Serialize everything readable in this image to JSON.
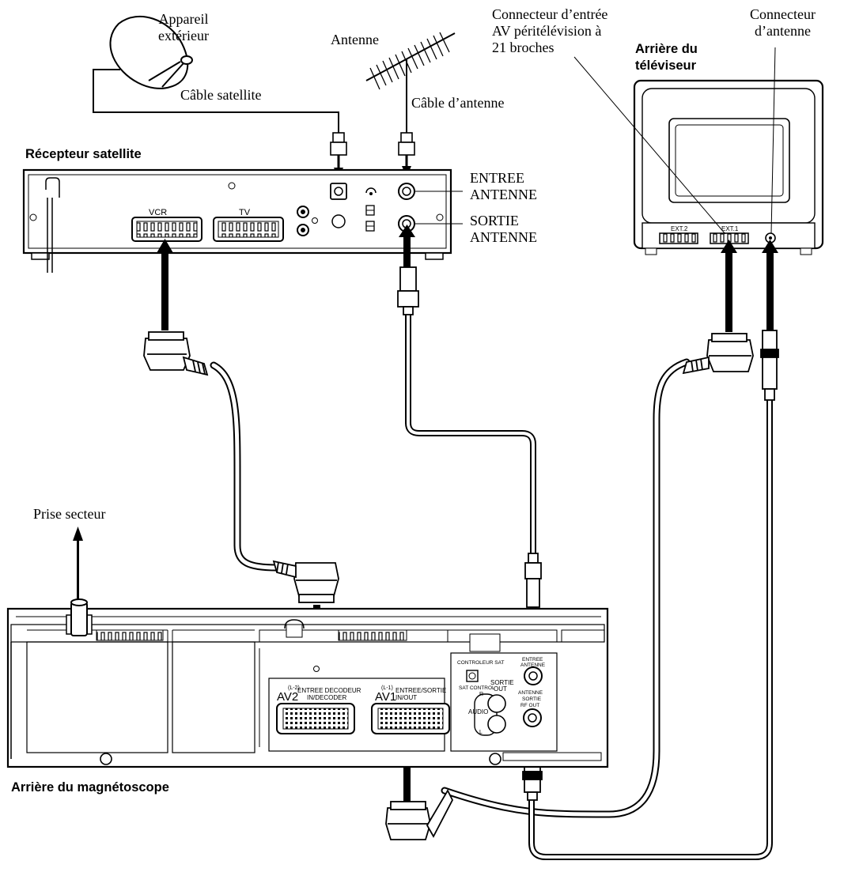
{
  "labels": {
    "outdoor_unit": [
      "Appareil",
      "extérieur"
    ],
    "satellite_cable": "Câble satellite",
    "antenna": "Antenne",
    "antenna_cable": "Câble d’antenne",
    "scart_input": [
      "Connecteur d’entrée",
      "AV péritélévision à",
      "21 broches"
    ],
    "tv_rear": [
      "Arrière du",
      "téléviseur"
    ],
    "antenna_connector": [
      "Connecteur",
      "d’antenne"
    ],
    "satellite_receiver": "Récepteur satellite",
    "antenna_in": [
      "ENTREE",
      "ANTENNE"
    ],
    "antenna_out": [
      "SORTIE",
      "ANTENNE"
    ],
    "mains_socket": "Prise secteur",
    "vcr_rear": "Arrière du magnétoscope"
  },
  "receiver_panel": {
    "vcr_label": "VCR",
    "tv_label": "TV"
  },
  "tv_panel": {
    "ext2": "EXT.2",
    "ext1": "EXT.1"
  },
  "vcr_panel": {
    "av2_num": "(L-2)",
    "av2": "AV2",
    "av2_text1": "ENTREE DECODEUR",
    "av2_text2": "IN/DECODER",
    "av1_num": "(L-1)",
    "av1": "AV1",
    "av1_text1": "ENTREE/SORTIE",
    "av1_text2": "IN/OUT",
    "sat_control1": "CONTROLEUR SAT",
    "sat_control2": "SAT CONTROL",
    "entree_antenne": [
      "ENTREE",
      "ANTENNE"
    ],
    "sortie_out": [
      "SORTIE",
      "OUT"
    ],
    "audio": "AUDIO",
    "r": "R",
    "l": "L",
    "antenne_sortie": [
      "ANTENNE",
      "SORTIE",
      "RF OUT"
    ]
  }
}
